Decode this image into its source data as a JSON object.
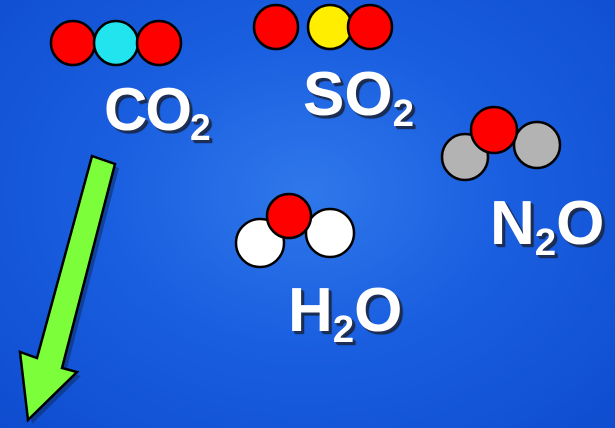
{
  "molecules": {
    "co2": {
      "parts": [
        "CO",
        "2"
      ],
      "atoms": [
        {
          "color": "#ff0000"
        },
        {
          "color": "#22e4ef"
        },
        {
          "color": "#ff0000"
        }
      ]
    },
    "so2": {
      "parts": [
        "SO",
        "2"
      ],
      "atoms": [
        {
          "color": "#ff0000"
        },
        {
          "color": "#ffee00"
        },
        {
          "color": "#ff0000"
        }
      ]
    },
    "n2o": {
      "parts": [
        "N",
        "2",
        "O"
      ],
      "atoms": [
        {
          "color": "#b3b3b3"
        },
        {
          "color": "#ff0000"
        },
        {
          "color": "#b3b3b3"
        }
      ]
    },
    "h2o": {
      "parts": [
        "H",
        "2",
        "O"
      ],
      "atoms": [
        {
          "color": "#ffffff"
        },
        {
          "color": "#ff0000"
        },
        {
          "color": "#ffffff"
        }
      ]
    }
  },
  "colors": {
    "background": "#1a5fe0",
    "arrow": "#7cff3a",
    "outline": "#000000"
  },
  "icons": {
    "arrow": "arrow-down-left-icon"
  }
}
